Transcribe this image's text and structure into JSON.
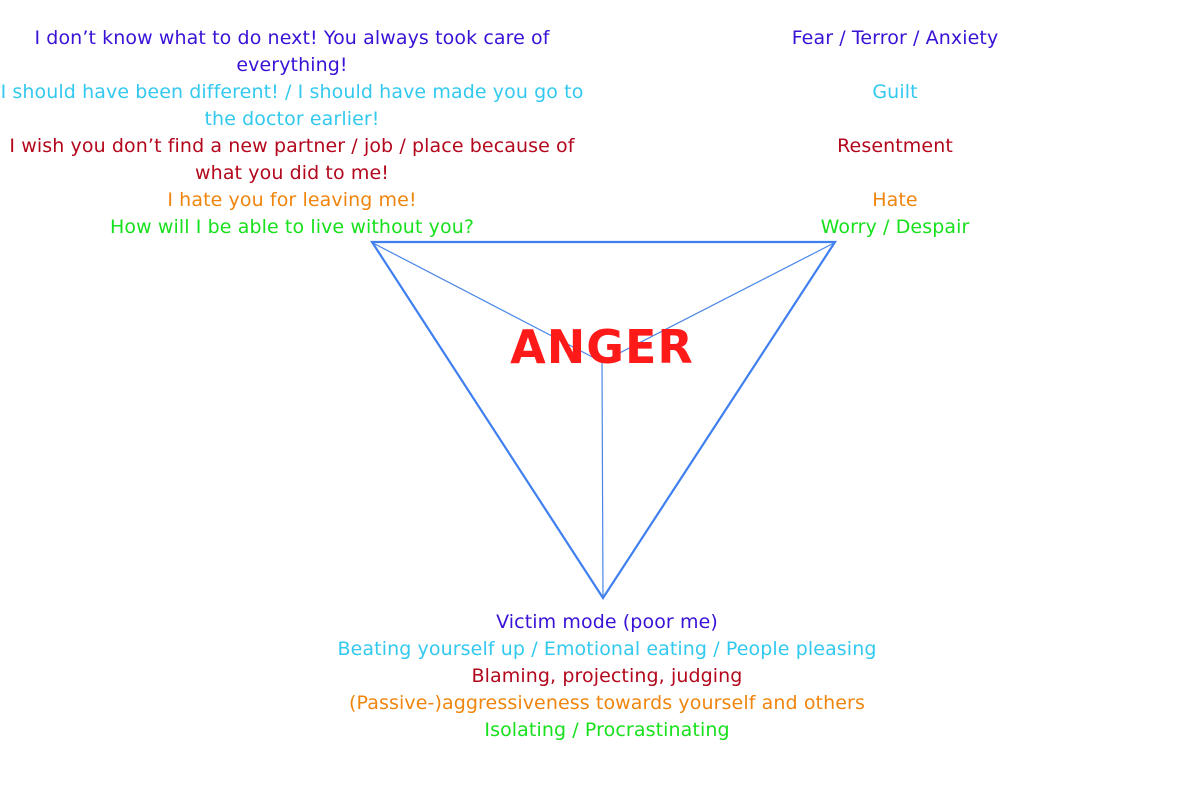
{
  "colors": {
    "c1": "#3a12d6",
    "c2": "#33c9ef",
    "c3": "#b3071c",
    "c4": "#f0850e",
    "c5": "#17e01c",
    "title": "#ff1a1a",
    "triangle_outer": "#3f7ff0",
    "triangle_inner": "#4a86e8"
  },
  "diagram": {
    "center_label": "ANGER",
    "left_statements": [
      "I don’t know what to do next! You always took care of everything!",
      "I should have been different! / I should have made you go to the doctor earlier!",
      "I wish you don’t find a new partner / job / place because of what you did to me!",
      "I hate you for leaving me!",
      "How will I be able to live without you?"
    ],
    "right_emotions": [
      "Fear / Terror / Anxiety",
      "Guilt",
      "Resentment",
      "Hate",
      "Worry / Despair"
    ],
    "bottom_behaviors": [
      "Victim mode (poor me)",
      "Beating yourself up / Emotional eating / People pleasing",
      "Blaming, projecting, judging",
      "(Passive-)aggressiveness towards yourself and others",
      "Isolating / Procrastinating"
    ]
  }
}
